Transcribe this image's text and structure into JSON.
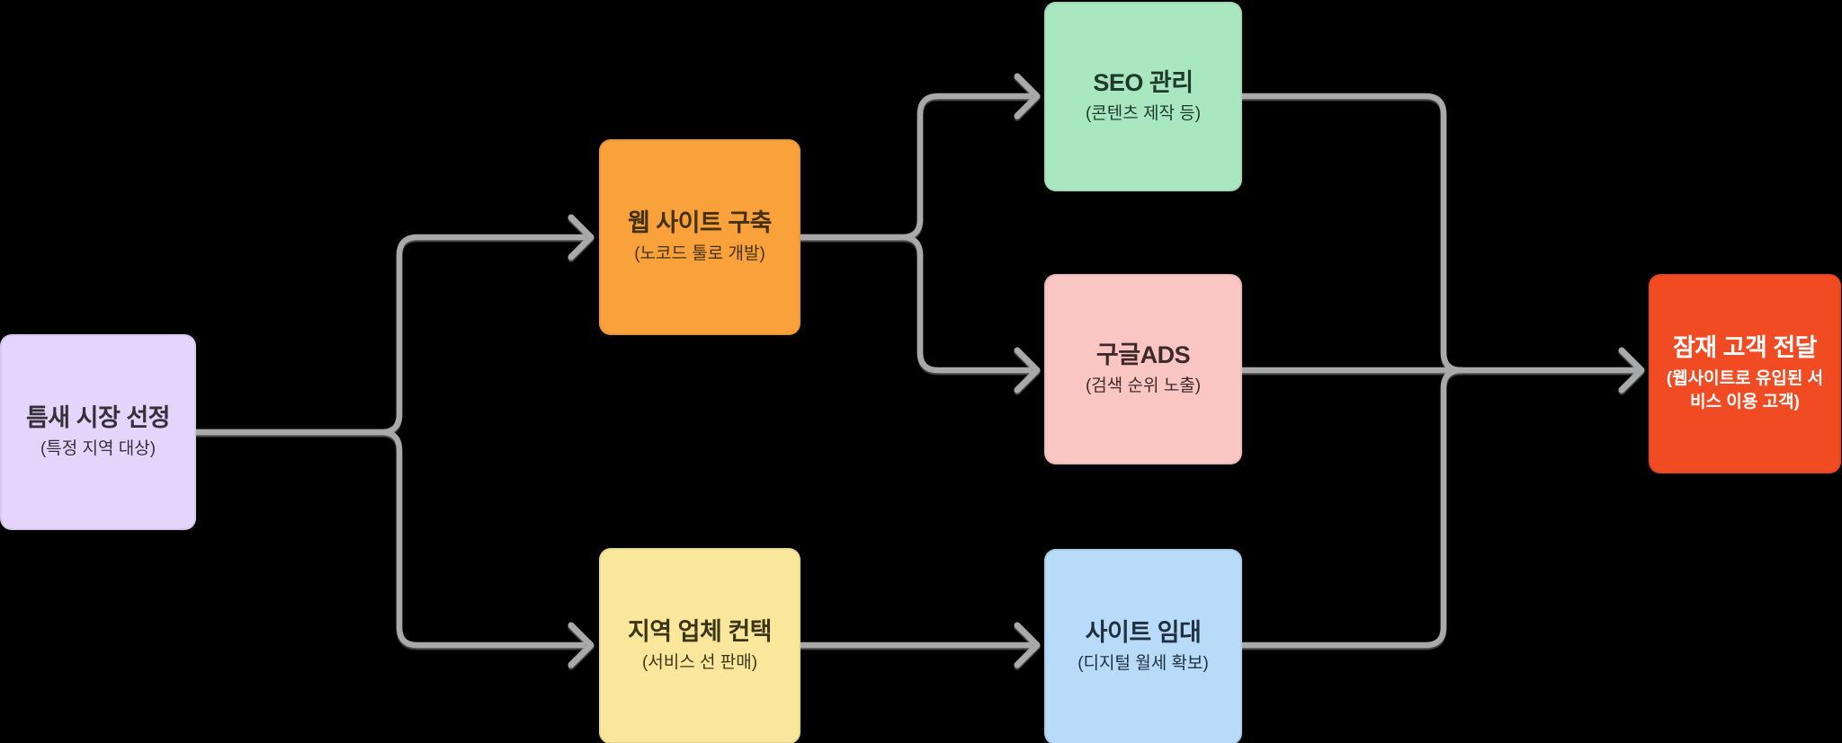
{
  "diagram": {
    "background": "#000000",
    "connector_color": "#a9a9a9",
    "nodes": [
      {
        "id": "niche",
        "title": "틈새 시장 선정",
        "subtitle": "(특정 지역 대상)",
        "color": "#e5d4fb",
        "text_color": "#35313a"
      },
      {
        "id": "website",
        "title": "웹 사이트 구축",
        "subtitle": "(노코드 툴로 개발)",
        "color": "#f9a23b",
        "text_color": "#443112"
      },
      {
        "id": "contact",
        "title": "지역 업체 컨택",
        "subtitle": "(서비스 선 판매)",
        "color": "#fbe79b",
        "text_color": "#3c3619"
      },
      {
        "id": "seo",
        "title": "SEO 관리",
        "subtitle": "(콘텐츠 제작 등)",
        "color": "#a9e7c1",
        "text_color": "#1f3a2b"
      },
      {
        "id": "ads",
        "title": "구글ADS",
        "subtitle": "(검색 순위 노출)",
        "color": "#fac6c3",
        "text_color": "#3f2a2a"
      },
      {
        "id": "rental",
        "title": "사이트 임대",
        "subtitle": "(디지털 월세 확보)",
        "color": "#b7dbf8",
        "text_color": "#203040"
      },
      {
        "id": "leads",
        "title": "잠재 고객 전달",
        "subtitle": "(웹사이트로 유입된 서비스 이용 고객)",
        "color": "#f04b22",
        "text_color": "#ffffff"
      }
    ],
    "edges": [
      {
        "from": "niche",
        "to": "website"
      },
      {
        "from": "niche",
        "to": "contact"
      },
      {
        "from": "website",
        "to": "seo"
      },
      {
        "from": "website",
        "to": "ads"
      },
      {
        "from": "contact",
        "to": "rental"
      },
      {
        "from": "seo",
        "to": "leads"
      },
      {
        "from": "ads",
        "to": "leads"
      },
      {
        "from": "rental",
        "to": "leads"
      }
    ]
  }
}
